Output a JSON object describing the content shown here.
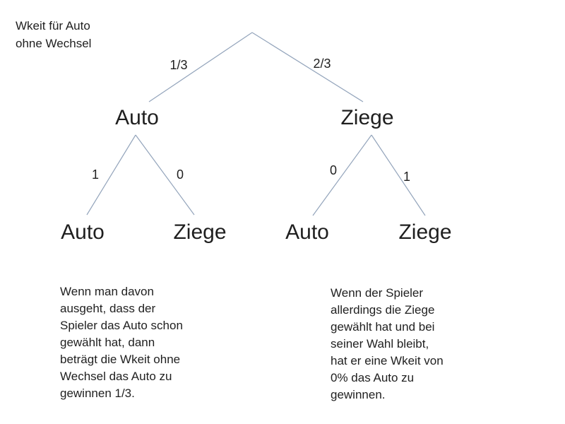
{
  "title": {
    "lines": [
      "Wkeit für Auto",
      "ohne Wechsel"
    ]
  },
  "tree": {
    "root": {
      "left_branch_prob": "1/3",
      "right_branch_prob": "2/3"
    },
    "level1": {
      "left_label": "Auto",
      "right_label": "Ziege"
    },
    "level1_left_branches": {
      "left_prob": "1",
      "right_prob": "0"
    },
    "level1_right_branches": {
      "left_prob": "0",
      "right_prob": "1"
    },
    "leaves": {
      "0": "Auto",
      "1": "Ziege",
      "2": "Auto",
      "3": "Ziege"
    }
  },
  "notes": {
    "left": {
      "lines": {
        "0": "Wenn man davon",
        "1": "ausgeht, dass der",
        "2": "Spieler das Auto schon",
        "3": "gewählt hat, dann",
        "4": "beträgt die Wkeit ohne",
        "5": "Wechsel das Auto zu",
        "6": "gewinnen 1/3."
      }
    },
    "right": {
      "lines": {
        "0": "Wenn der Spieler",
        "1": "allerdings die Ziege",
        "2": "gewählt hat und bei",
        "3": "seiner Wahl bleibt,",
        "4": "hat er eine Wkeit von",
        "5": "0% das Auto zu",
        "6": "gewinnen."
      }
    }
  },
  "colors": {
    "background": "#ffffff",
    "text": "#1f1f1f",
    "branch_line": "#93a4bb"
  }
}
